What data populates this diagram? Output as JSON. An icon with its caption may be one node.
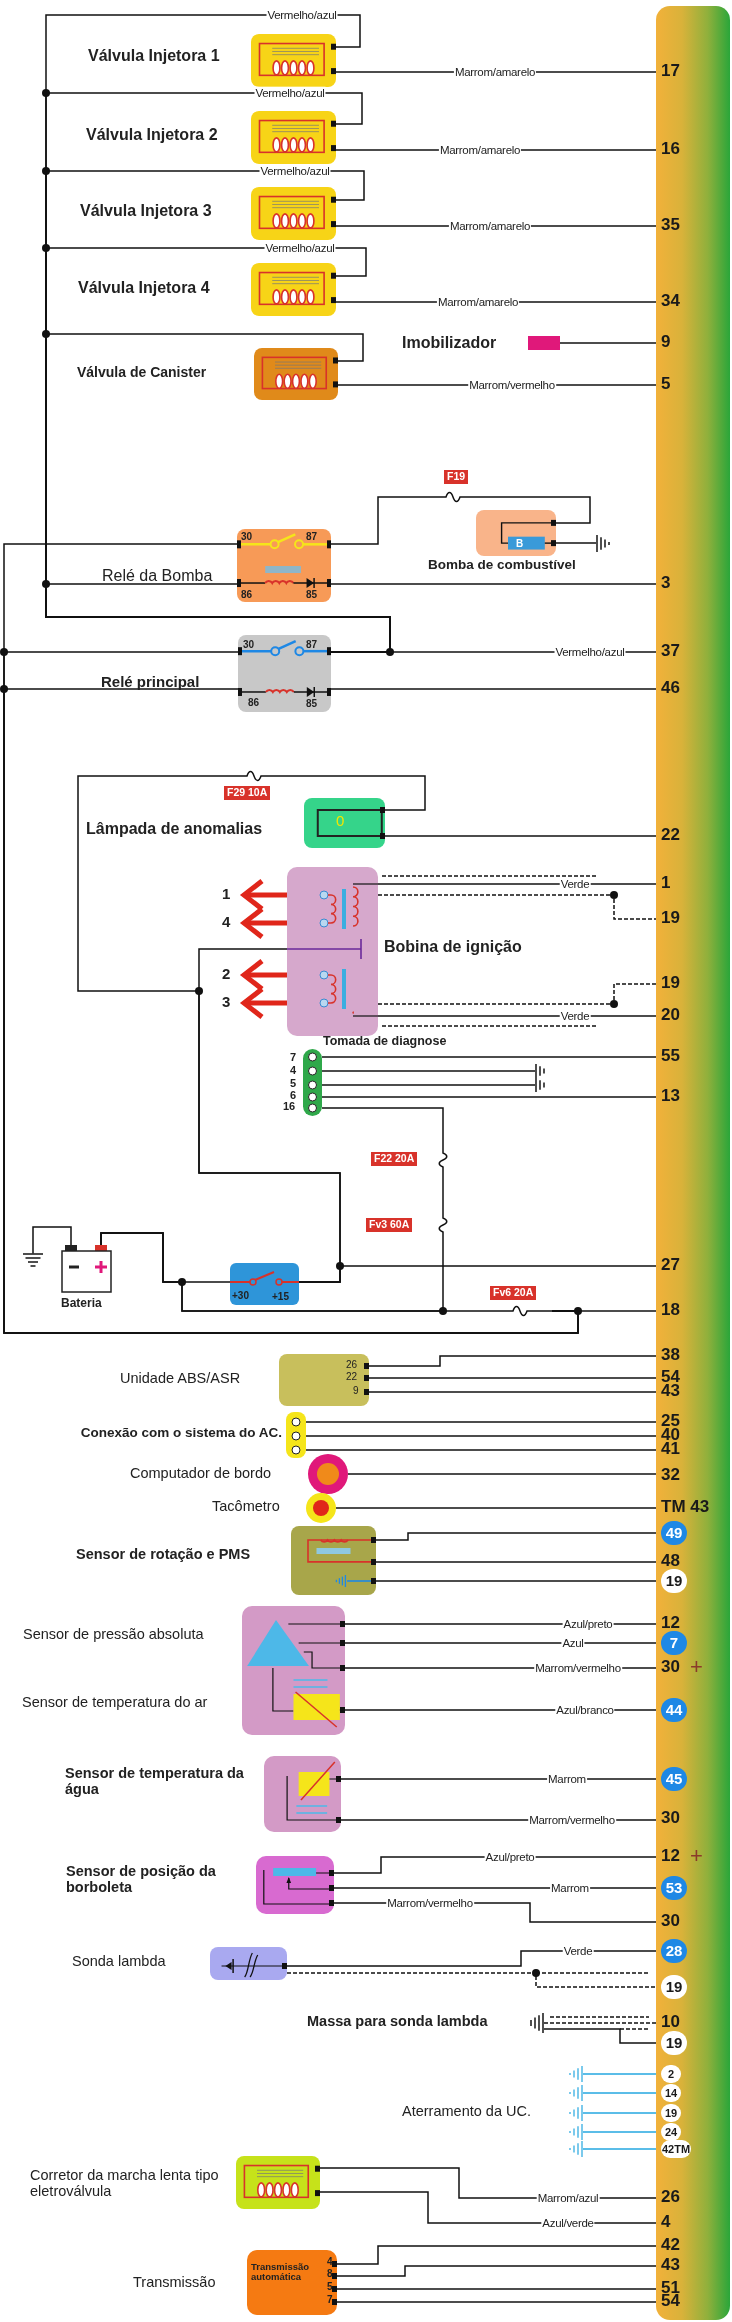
{
  "diagram": {
    "nodes": [
      {
        "text": [],
        "shape": "bar"
      },
      {
        "text": [
          "17"
        ],
        "in": 0
      },
      {
        "text": [
          "16"
        ],
        "in": 0
      },
      {
        "text": [
          "35"
        ],
        "in": 0
      },
      {
        "text": [
          "34"
        ],
        "in": 0
      },
      {
        "text": [
          "9"
        ],
        "in": 0
      },
      {
        "text": [
          "5"
        ],
        "in": 0
      },
      {
        "text": [
          "3"
        ],
        "in": 0
      },
      {
        "text": [
          "37"
        ],
        "in": 0
      },
      {
        "text": [
          "46"
        ],
        "in": 0
      },
      {
        "text": [
          "22"
        ],
        "in": 0
      },
      {
        "text": [
          "1"
        ],
        "in": 0
      },
      {
        "text": [
          "19"
        ],
        "in": 0
      },
      {
        "text": [
          "19"
        ],
        "in": 0
      },
      {
        "text": [
          "20"
        ],
        "in": 0
      },
      {
        "text": [
          "55"
        ],
        "in": 0
      },
      {
        "text": [
          "13"
        ],
        "in": 0
      },
      {
        "text": [
          "27"
        ],
        "in": 0
      },
      {
        "text": [
          "18"
        ],
        "in": 0
      },
      {
        "text": [
          "38"
        ],
        "in": 0
      },
      {
        "text": [
          "54"
        ],
        "in": 0
      },
      {
        "text": [
          "43"
        ],
        "in": 0
      },
      {
        "text": [
          "25"
        ],
        "in": 0
      },
      {
        "text": [
          "40"
        ],
        "in": 0
      },
      {
        "text": [
          "41"
        ],
        "in": 0
      },
      {
        "text": [
          "32"
        ],
        "in": 0
      },
      {
        "text": [
          "TM 43"
        ],
        "in": 0
      },
      {
        "text": [
          "49"
        ],
        "in": 0
      },
      {
        "text": [
          "48"
        ],
        "in": 0
      },
      {
        "text": [
          "19"
        ],
        "in": 0
      },
      {
        "text": [
          "12"
        ],
        "in": 0
      },
      {
        "text": [
          "7"
        ],
        "in": 0
      },
      {
        "text": [
          "30"
        ],
        "in": 0
      },
      {
        "text": [
          "44"
        ],
        "in": 0
      },
      {
        "text": [
          "45"
        ],
        "in": 0
      },
      {
        "text": [
          "30"
        ],
        "in": 0
      },
      {
        "text": [
          "12"
        ],
        "in": 0
      },
      {
        "text": [
          "53"
        ],
        "in": 0
      },
      {
        "text": [
          "30"
        ],
        "in": 0
      },
      {
        "text": [
          "28"
        ],
        "in": 0
      },
      {
        "text": [
          "19"
        ],
        "in": 0
      },
      {
        "text": [
          "10"
        ],
        "in": 0
      },
      {
        "text": [
          "19"
        ],
        "in": 0
      },
      {
        "text": [
          "2"
        ],
        "in": 0
      },
      {
        "text": [
          "14"
        ],
        "in": 0
      },
      {
        "text": [
          "19"
        ],
        "in": 0
      },
      {
        "text": [
          "24"
        ],
        "in": 0
      },
      {
        "text": [
          "42TM"
        ],
        "in": 0
      },
      {
        "text": [
          "26"
        ],
        "in": 0
      },
      {
        "text": [
          "4"
        ],
        "in": 0
      },
      {
        "text": [
          "42"
        ],
        "in": 0
      },
      {
        "text": [
          "43"
        ],
        "in": 0
      },
      {
        "text": [
          "51"
        ],
        "in": 0
      },
      {
        "text": [
          "54"
        ],
        "in": 0
      },
      {
        "text": [
          "Válvula Injetora 1"
        ]
      },
      {
        "text": [
          "Válvula Injetora 2"
        ]
      },
      {
        "text": [
          "Válvula Injetora 3"
        ]
      },
      {
        "text": [
          "Válvula Injetora 4"
        ]
      },
      {
        "text": [
          "Válvula de Canister"
        ]
      },
      {
        "text": [
          "Imobilizador"
        ]
      },
      {
        "text": [
          "Relé da Bomba",
          "30",
          "87",
          "86",
          "85"
        ]
      },
      {
        "text": [
          "B",
          "Bomba de combustível"
        ]
      },
      {
        "text": [
          "F19"
        ]
      },
      {
        "text": [
          "Relé principal",
          "30",
          "87",
          "86",
          "85"
        ]
      },
      {
        "text": [
          "F29 10A"
        ]
      },
      {
        "text": [
          "Lâmpada de anomalias",
          "0"
        ]
      },
      {
        "text": [
          "Bobina de ignição"
        ]
      },
      {
        "text": [
          "Tomada de diagnose",
          "7",
          "4",
          "5",
          "6",
          "16"
        ]
      },
      {
        "text": [
          "F22 20A"
        ]
      },
      {
        "text": [
          "Fv3 60A"
        ]
      },
      {
        "text": [
          "Bateria"
        ]
      },
      {
        "text": [
          "+30",
          "+15"
        ]
      },
      {
        "text": [
          "Fv6 20A"
        ]
      },
      {
        "text": [
          "Unidade ABS/ASR",
          "26",
          "22",
          "9"
        ]
      },
      {
        "text": [
          "Conexão com o sistema do AC."
        ]
      },
      {
        "text": [
          "Computador de bordo"
        ]
      },
      {
        "text": [
          "Tacômetro"
        ]
      },
      {
        "text": [
          "Sensor de rotação e PMS"
        ]
      },
      {
        "text": [
          "Sensor de pressão absoluta",
          "Sensor de temperatura do ar"
        ]
      },
      {
        "text": [
          "Sensor de temperatura da água"
        ]
      },
      {
        "text": [
          "Sensor de posição da borboleta"
        ]
      },
      {
        "text": [
          "Sonda lambda"
        ]
      },
      {
        "text": [
          "Massa para sonda lambda"
        ]
      },
      {
        "text": [],
        "shape": "ground"
      },
      {
        "text": [],
        "shape": "ground"
      },
      {
        "text": [],
        "shape": "ground"
      },
      {
        "text": [],
        "shape": "ground"
      },
      {
        "text": [],
        "shape": "ground"
      },
      {
        "text": [
          "Corretor da marcha lenta tipo eletroválvula"
        ]
      },
      {
        "text": [
          "Transmissão",
          "Transmissão automática",
          "4",
          "8",
          "5",
          "7"
        ]
      },
      {
        "text": [],
        "shape": "ground"
      },
      {
        "text": [],
        "shape": "ground"
      },
      {
        "text": [],
        "shape": "ground"
      },
      {
        "text": [],
        "shape": "ground"
      }
    ],
    "edges": [
      {
        "from": 63,
        "to": 54,
        "arrow": "none",
        "label": "Vermelho/azul"
      },
      {
        "from": 63,
        "to": 55,
        "arrow": "none",
        "label": "Vermelho/azul"
      },
      {
        "from": 63,
        "to": 56,
        "arrow": "none",
        "label": "Vermelho/azul"
      },
      {
        "from": 63,
        "to": 57,
        "arrow": "none",
        "label": "Vermelho/azul"
      },
      {
        "from": 63,
        "to": 58,
        "arrow": "none"
      },
      {
        "from": 63,
        "to": 60,
        "arrow": "none"
      },
      {
        "from": 63,
        "to": 8,
        "arrow": "none",
        "label": "Vermelho/azul"
      },
      {
        "from": 54,
        "to": 1,
        "arrow": "none",
        "label": "Marrom/amarelo"
      },
      {
        "from": 55,
        "to": 2,
        "arrow": "none",
        "label": "Marrom/amarelo"
      },
      {
        "from": 56,
        "to": 3,
        "arrow": "none",
        "label": "Marrom/amarelo"
      },
      {
        "from": 57,
        "to": 4,
        "arrow": "none",
        "label": "Marrom/amarelo"
      },
      {
        "from": 59,
        "to": 5,
        "arrow": "none"
      },
      {
        "from": 58,
        "to": 6,
        "arrow": "none",
        "label": "Marrom/vermelho"
      },
      {
        "from": 60,
        "to": 62,
        "arrow": "none"
      },
      {
        "from": 62,
        "to": 61,
        "arrow": "none"
      },
      {
        "from": 61,
        "to": 90,
        "arrow": "none"
      },
      {
        "from": 60,
        "to": 7,
        "arrow": "none"
      },
      {
        "from": 63,
        "to": 9,
        "arrow": "none"
      },
      {
        "from": 72,
        "to": 60,
        "arrow": "none"
      },
      {
        "from": 72,
        "to": 63,
        "arrow": "none"
      },
      {
        "from": 72,
        "to": 63,
        "arrow": "none"
      },
      {
        "from": 72,
        "to": 18,
        "arrow": "none"
      },
      {
        "from": 70,
        "to": 71,
        "arrow": "none"
      },
      {
        "from": 70,
        "to": 72,
        "arrow": "none"
      },
      {
        "from": 70,
        "to": 69,
        "arrow": "none"
      },
      {
        "from": 69,
        "to": 68,
        "arrow": "none"
      },
      {
        "from": 68,
        "to": 67,
        "arrow": "none"
      },
      {
        "from": 70,
        "to": 93,
        "arrow": "none"
      },
      {
        "from": 71,
        "to": 17,
        "arrow": "none"
      },
      {
        "from": 71,
        "to": 66,
        "arrow": "none"
      },
      {
        "from": 71,
        "to": 64,
        "arrow": "none"
      },
      {
        "from": 64,
        "to": 65,
        "arrow": "none"
      },
      {
        "from": 65,
        "to": 10,
        "arrow": "none"
      },
      {
        "from": 66,
        "to": 11,
        "arrow": "none",
        "label": "Verde"
      },
      {
        "from": 66,
        "to": 12,
        "arrow": "none",
        "style": "dashed"
      },
      {
        "from": 66,
        "to": 13,
        "arrow": "none",
        "style": "dashed"
      },
      {
        "from": 66,
        "to": 14,
        "arrow": "none",
        "label": "Verde"
      },
      {
        "from": 67,
        "to": 15,
        "arrow": "none"
      },
      {
        "from": 67,
        "to": 91,
        "arrow": "none"
      },
      {
        "from": 67,
        "to": 92,
        "arrow": "none"
      },
      {
        "from": 67,
        "to": 16,
        "arrow": "none"
      },
      {
        "from": 73,
        "to": 19,
        "arrow": "none"
      },
      {
        "from": 73,
        "to": 20,
        "arrow": "none"
      },
      {
        "from": 73,
        "to": 21,
        "arrow": "none"
      },
      {
        "from": 74,
        "to": 22,
        "arrow": "none"
      },
      {
        "from": 74,
        "to": 23,
        "arrow": "none"
      },
      {
        "from": 74,
        "to": 24,
        "arrow": "none"
      },
      {
        "from": 75,
        "to": 25,
        "arrow": "none"
      },
      {
        "from": 76,
        "to": 26,
        "arrow": "none"
      },
      {
        "from": 77,
        "to": 27,
        "arrow": "none"
      },
      {
        "from": 77,
        "to": 28,
        "arrow": "none"
      },
      {
        "from": 77,
        "to": 29,
        "arrow": "none"
      },
      {
        "from": 78,
        "to": 30,
        "arrow": "none",
        "label": "Azul/preto"
      },
      {
        "from": 78,
        "to": 31,
        "arrow": "none",
        "label": "Azul"
      },
      {
        "from": 78,
        "to": 32,
        "arrow": "none",
        "label": "Marrom/vermelho"
      },
      {
        "from": 78,
        "to": 33,
        "arrow": "none",
        "label": "Azul/branco"
      },
      {
        "from": 79,
        "to": 34,
        "arrow": "none",
        "label": "Marrom"
      },
      {
        "from": 79,
        "to": 35,
        "arrow": "none",
        "label": "Marrom/vermelho"
      },
      {
        "from": 80,
        "to": 36,
        "arrow": "none",
        "label": "Azul/preto"
      },
      {
        "from": 80,
        "to": 37,
        "arrow": "none",
        "label": "Marrom"
      },
      {
        "from": 80,
        "to": 38,
        "arrow": "none",
        "label": "Marrom/vermelho"
      },
      {
        "from": 81,
        "to": 39,
        "arrow": "none",
        "label": "Verde"
      },
      {
        "from": 81,
        "to": 40,
        "arrow": "none",
        "style": "dashed"
      },
      {
        "from": 82,
        "to": 41,
        "arrow": "none",
        "style": "dashed"
      },
      {
        "from": 82,
        "to": 42,
        "arrow": "none"
      },
      {
        "from": 83,
        "to": 43,
        "arrow": "none",
        "color": "#5bbde8"
      },
      {
        "from": 84,
        "to": 44,
        "arrow": "none",
        "color": "#5bbde8"
      },
      {
        "from": 85,
        "to": 45,
        "arrow": "none",
        "color": "#5bbde8"
      },
      {
        "from": 86,
        "to": 46,
        "arrow": "none",
        "color": "#5bbde8"
      },
      {
        "from": 87,
        "to": 47,
        "arrow": "none",
        "color": "#5bbde8"
      },
      {
        "from": 88,
        "to": 48,
        "arrow": "none",
        "label": "Marrom/azul"
      },
      {
        "from": 88,
        "to": 49,
        "arrow": "none",
        "label": "Azul/verde"
      },
      {
        "from": 89,
        "to": 50,
        "arrow": "none"
      },
      {
        "from": 89,
        "to": 51,
        "arrow": "none"
      },
      {
        "from": 89,
        "to": 52,
        "arrow": "none"
      },
      {
        "from": 89,
        "to": 53,
        "arrow": "none"
      }
    ],
    "labels": [
      "1",
      "4",
      "2",
      "3",
      "+",
      "+",
      "Aterramento da UC."
    ]
  }
}
